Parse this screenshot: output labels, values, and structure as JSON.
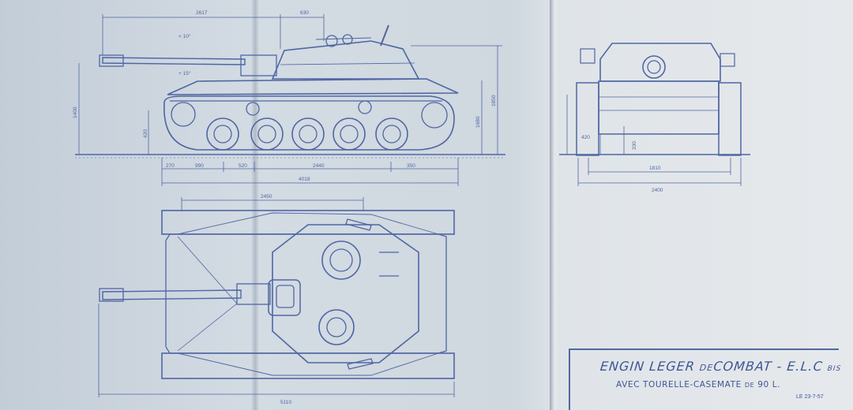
{
  "title": {
    "main_prefix": "ENGIN LEGER",
    "main_de": "DE",
    "main_combat": "COMBAT",
    "main_model": "- E.L.C",
    "main_bis": "BIS",
    "subtitle_prefix": "AVEC TOURELLE-CASEMATE",
    "subtitle_de": "DE",
    "subtitle_caliber": "90 L.",
    "date": "LE 23-7-57"
  },
  "side_view": {
    "dim_top_left": "2617",
    "dim_top_mid": "630",
    "dim_length_hull": "4018",
    "dim_track_center": "2440",
    "dim_front_overhang": "350",
    "dim_rear_a": "270",
    "dim_rear_b": "990",
    "dim_rear_c": "520",
    "dim_height_left": "1400",
    "dim_height_right": "1680",
    "dim_height_right2": "1850",
    "dim_clearance": "420",
    "dim_angle_1": "< 10°",
    "dim_angle_2": "+ 15°"
  },
  "front_view": {
    "dim_track": "1810",
    "dim_width": "2400",
    "dim_clear_a": "420",
    "dim_clear_b": "330"
  },
  "top_view": {
    "dim_top": "2450",
    "dim_bottom": "5110"
  }
}
